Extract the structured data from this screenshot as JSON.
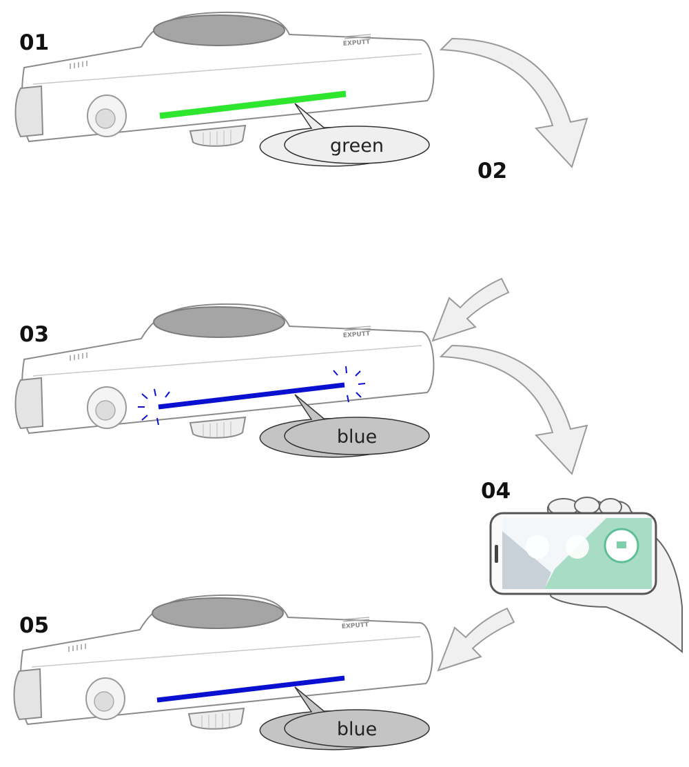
{
  "steps": [
    {
      "label": "01",
      "light_color_name": "green",
      "light_color": "#2ee62e",
      "blinking": false,
      "bubble_fill": "#efefef"
    },
    {
      "label": "02"
    },
    {
      "label": "03",
      "light_color_name": "blue",
      "light_color": "#0a10d0",
      "blinking": true,
      "bubble_fill": "#c4c4c4"
    },
    {
      "label": "04",
      "device": "smartphone-app"
    },
    {
      "label": "05",
      "light_color_name": "blue",
      "light_color": "#0a10d0",
      "blinking": false,
      "bubble_fill": "#c4c4c4"
    }
  ],
  "device_brand": "EXPUTT",
  "colors": {
    "arrow_fill": "#f0f0f0",
    "arrow_stroke": "#9a9a9a",
    "app_green": "#a9dcc4",
    "app_gray": "#c9d1d8"
  }
}
